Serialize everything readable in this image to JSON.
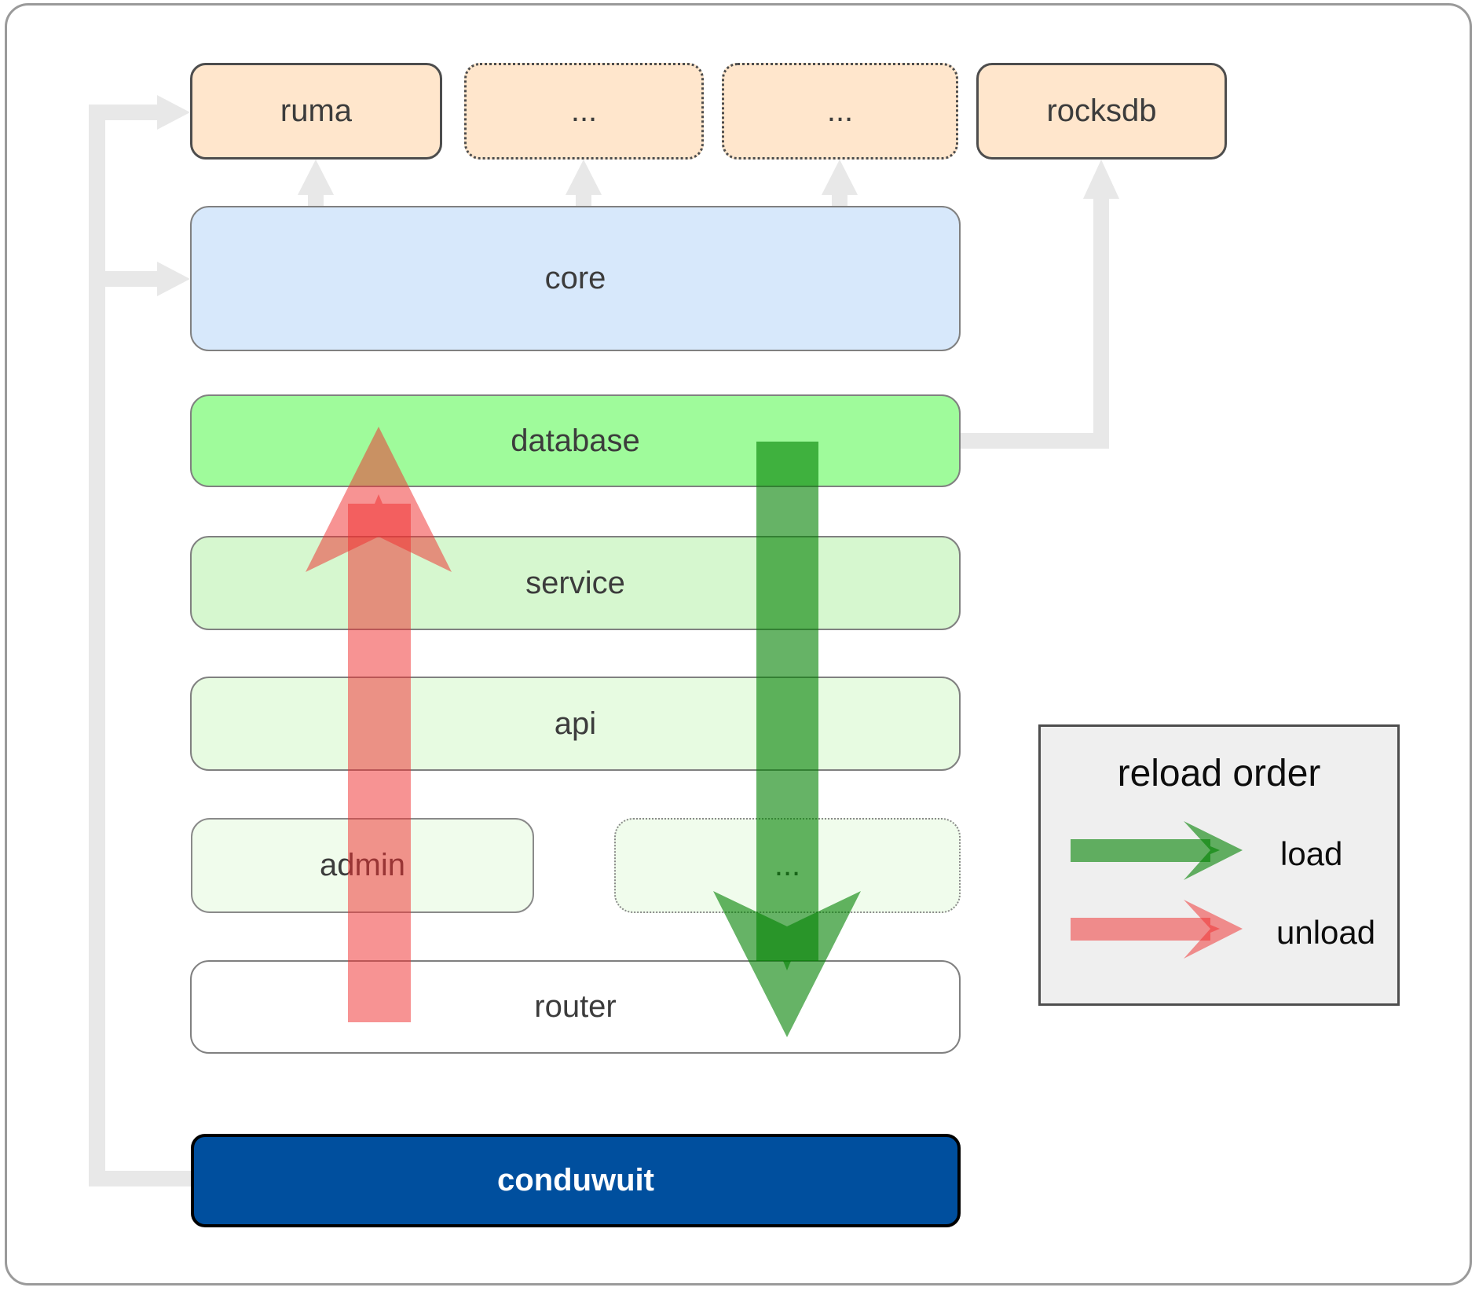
{
  "diagram": {
    "top_row": [
      {
        "label": "ruma",
        "border": "solid"
      },
      {
        "label": "...",
        "border": "dotted"
      },
      {
        "label": "...",
        "border": "dotted"
      },
      {
        "label": "rocksdb",
        "border": "solid"
      }
    ],
    "layers": [
      {
        "label": "core",
        "color": "#d7e8fb"
      },
      {
        "label": "database",
        "color": "#9ffb9b"
      },
      {
        "label": "service",
        "color": "#d6f7cf"
      },
      {
        "label": "api",
        "color": "#e7fbe1"
      },
      {
        "label": "router",
        "color": "#ffffff"
      }
    ],
    "admin_row": [
      {
        "label": "admin",
        "border": "solid",
        "color": "#f0fcec"
      },
      {
        "label": "...",
        "border": "dotted",
        "color": "#f0fcec"
      }
    ],
    "bottom": {
      "label": "conduwuit",
      "color": "#004f9e"
    }
  },
  "legend": {
    "title": "reload order",
    "items": [
      {
        "label": "load",
        "arrow_color": "#2f9e2f",
        "direction": "down"
      },
      {
        "label": "unload",
        "arrow_color": "#f8705c",
        "direction": "up"
      }
    ]
  },
  "arrows": {
    "load_arrow": "green translucent arrow from database down through service, api, ... to router",
    "unload_arrow": "red translucent arrow from router up through admin, api, service to database",
    "gray_links": "conduwuit to ruma and core; core to ruma and plugin slots; database to rocksdb"
  },
  "colors": {
    "peach_box": "#ffe6cc",
    "core_box": "#d7e8fb",
    "database_box": "#9ffb9b",
    "service_box": "#d6f7cf",
    "api_box": "#e7fbe1",
    "admin_box": "#f0fcec",
    "router_box": "#ffffff",
    "conduwuit_box": "#004f9e",
    "legend_bg": "#efefef",
    "gray_connector": "#e8e8e8",
    "load_green": "#008000",
    "unload_red": "#f03030"
  }
}
